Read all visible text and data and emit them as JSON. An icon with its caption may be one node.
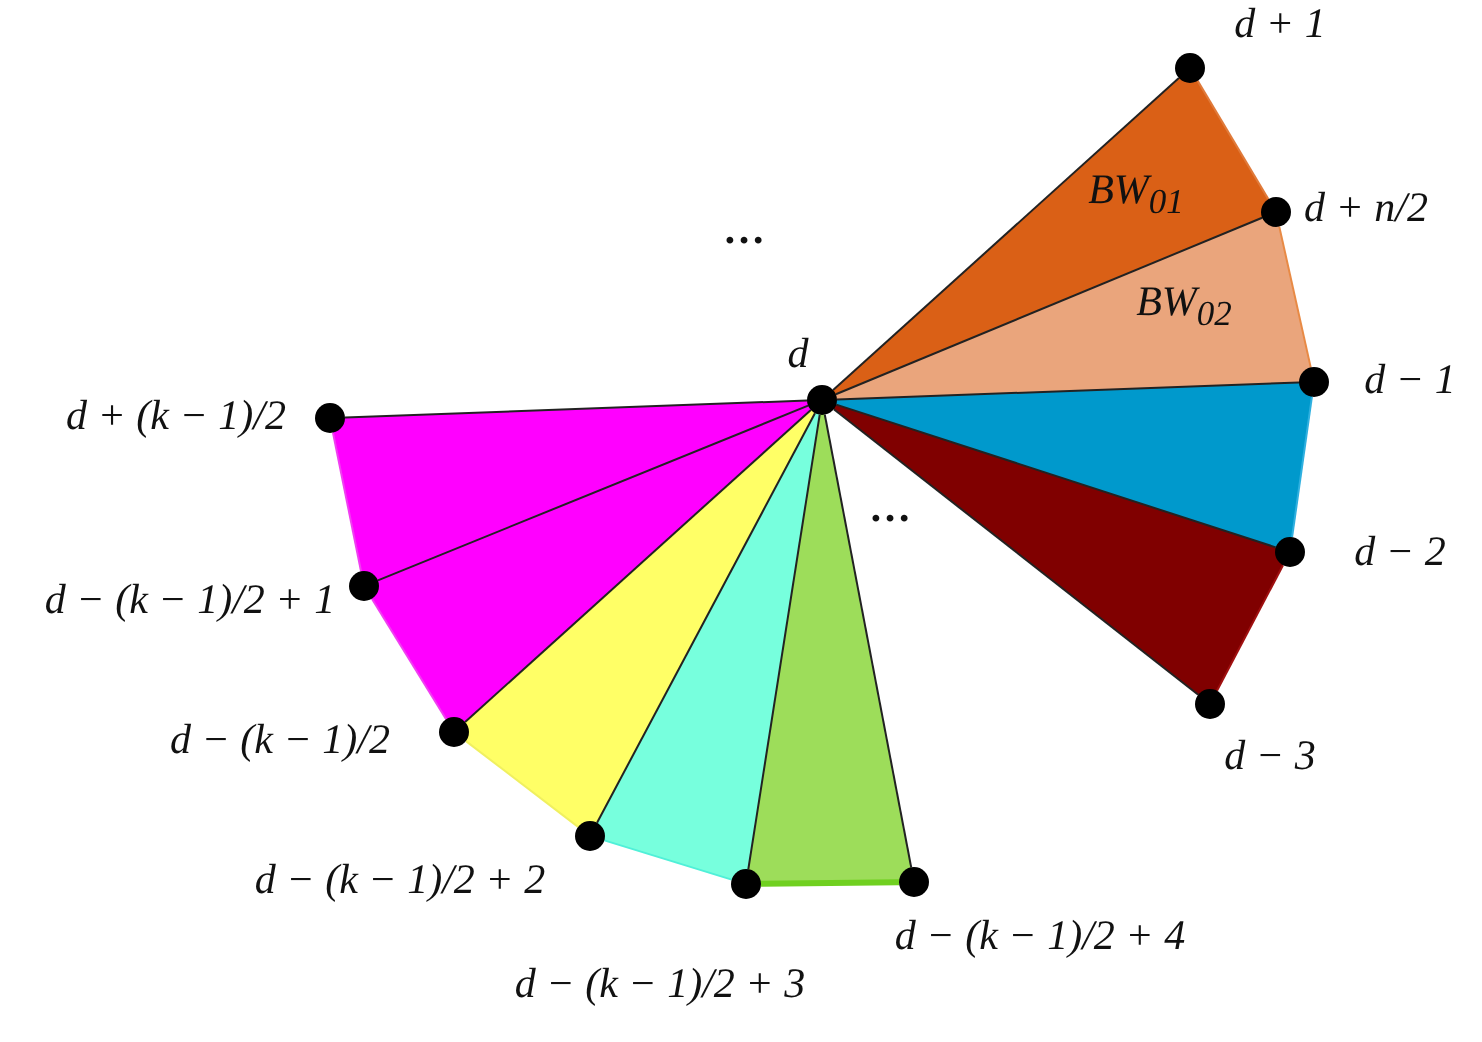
{
  "diagram": {
    "nodes": [
      {
        "text": [],
        "shape": "circle",
        "beside": [
          "d + 1"
        ]
      },
      {
        "text": [],
        "shape": "circle",
        "beside": [
          "d + n/2"
        ]
      },
      {
        "text": [],
        "shape": "circle",
        "beside": [
          "d"
        ]
      },
      {
        "text": [],
        "shape": "circle",
        "beside": [
          "d − 1"
        ]
      },
      {
        "text": [],
        "shape": "circle",
        "beside": [
          "d + (k − 1)/2"
        ]
      },
      {
        "text": [],
        "shape": "circle",
        "beside": [
          "d − 2"
        ]
      },
      {
        "text": [],
        "shape": "circle",
        "beside": [
          "d − (k − 1)/2 + 1"
        ]
      },
      {
        "text": [],
        "shape": "circle",
        "beside": [
          "d − 3"
        ]
      },
      {
        "text": [],
        "shape": "circle",
        "beside": [
          "d − (k − 1)/2"
        ]
      },
      {
        "text": [],
        "shape": "circle",
        "beside": [
          "d − (k − 1)/2 + 2"
        ]
      },
      {
        "text": [],
        "shape": "circle",
        "beside": [
          "d − (k − 1)/2 + 3"
        ]
      },
      {
        "text": [],
        "shape": "circle",
        "beside": [
          "d − (k − 1)/2 + 4"
        ]
      }
    ],
    "edges": [
      {
        "from": 2,
        "to": 0,
        "arrow": "none"
      },
      {
        "from": 2,
        "to": 1,
        "arrow": "none"
      },
      {
        "from": 2,
        "to": 3,
        "arrow": "none"
      },
      {
        "from": 2,
        "to": 5,
        "arrow": "none"
      },
      {
        "from": 2,
        "to": 7,
        "arrow": "none"
      },
      {
        "from": 2,
        "to": 4,
        "arrow": "none"
      },
      {
        "from": 2,
        "to": 6,
        "arrow": "none"
      },
      {
        "from": 2,
        "to": 8,
        "arrow": "none"
      },
      {
        "from": 2,
        "to": 9,
        "arrow": "none"
      },
      {
        "from": 2,
        "to": 10,
        "arrow": "none"
      },
      {
        "from": 2,
        "to": 11,
        "arrow": "none"
      },
      {
        "from": 0,
        "to": 1,
        "arrow": "none",
        "color": "#e07a3a"
      },
      {
        "from": 1,
        "to": 3,
        "arrow": "none",
        "color": "#e88a45"
      },
      {
        "from": 3,
        "to": 5,
        "arrow": "none",
        "color": "#2fb0e0"
      },
      {
        "from": 5,
        "to": 7,
        "arrow": "none",
        "color": "#a01010"
      },
      {
        "from": 4,
        "to": 6,
        "arrow": "none",
        "color": "#f040f0"
      },
      {
        "from": 6,
        "to": 8,
        "arrow": "none",
        "color": "#f040f0"
      },
      {
        "from": 8,
        "to": 9,
        "arrow": "none",
        "color": "#f0f060"
      },
      {
        "from": 9,
        "to": 10,
        "arrow": "none",
        "color": "#50f0d8"
      },
      {
        "from": 10,
        "to": 11,
        "arrow": "none",
        "color": "#70d020",
        "style": "thick"
      }
    ],
    "labels": [
      "…",
      "BW$_{01}$",
      "BW$_{02}$",
      "…"
    ]
  }
}
